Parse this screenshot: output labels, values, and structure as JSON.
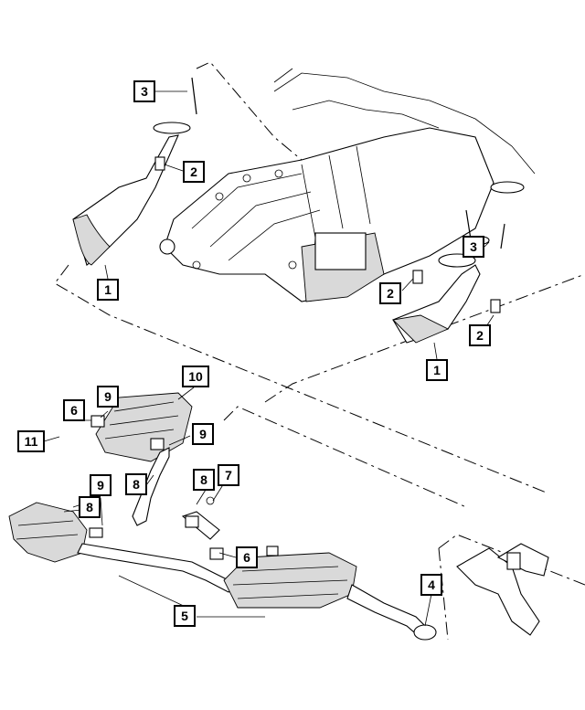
{
  "callouts": [
    {
      "id": "c1a",
      "label": "3"
    },
    {
      "id": "c2a",
      "label": "2"
    },
    {
      "id": "c3a",
      "label": "1"
    },
    {
      "id": "c4a",
      "label": "3"
    },
    {
      "id": "c5a",
      "label": "2"
    },
    {
      "id": "c6a",
      "label": "2"
    },
    {
      "id": "c7a",
      "label": "1"
    },
    {
      "id": "c8a",
      "label": "10"
    },
    {
      "id": "c9a",
      "label": "9"
    },
    {
      "id": "c10a",
      "label": "6"
    },
    {
      "id": "c11a",
      "label": "9"
    },
    {
      "id": "c12a",
      "label": "11"
    },
    {
      "id": "c13a",
      "label": "8"
    },
    {
      "id": "c14a",
      "label": "8"
    },
    {
      "id": "c15a",
      "label": "7"
    },
    {
      "id": "c16a",
      "label": "9"
    },
    {
      "id": "c17a",
      "label": "8"
    },
    {
      "id": "c18a",
      "label": "6"
    },
    {
      "id": "c19a",
      "label": "4"
    },
    {
      "id": "c20a",
      "label": "5"
    }
  ]
}
